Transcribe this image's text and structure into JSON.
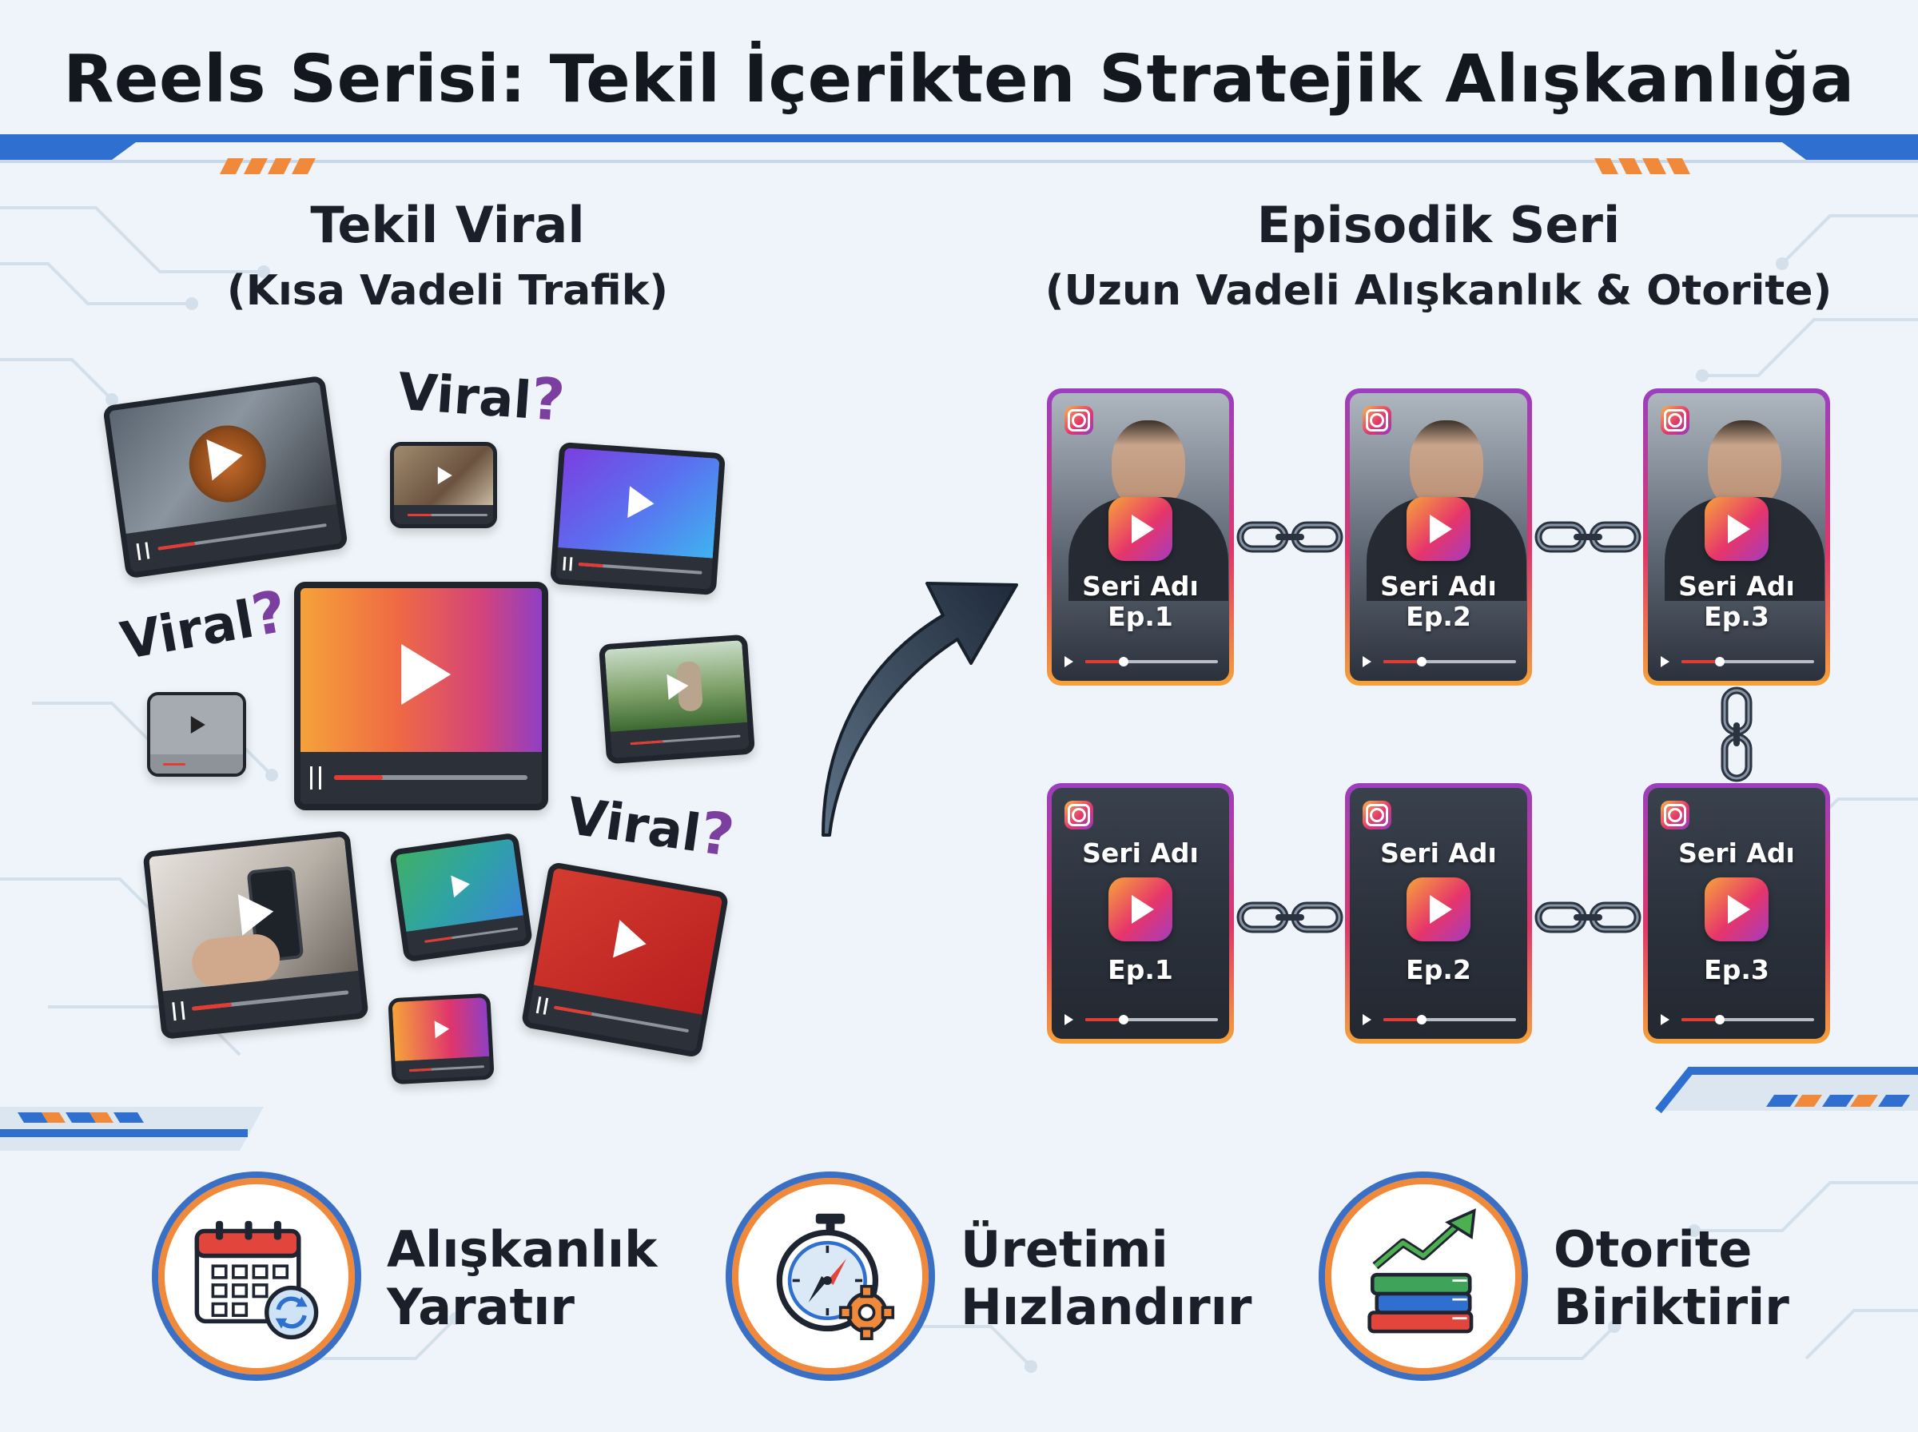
{
  "title": "Reels Serisi: Tekil İçerikten Stratejik Alışkanlığa",
  "left": {
    "heading": "Tekil Viral",
    "subheading": "(Kısa Vadeli Trafik)",
    "viral_labels": [
      {
        "word": "Viral",
        "mark": "?"
      },
      {
        "word": "Viral",
        "mark": "?"
      },
      {
        "word": "Viral",
        "mark": "?"
      }
    ]
  },
  "right": {
    "heading": "Episodik Seri",
    "subheading": "(Uzun Vadeli Alışkanlık & Otorite)",
    "episodes_row1": [
      {
        "name": "Seri Adı",
        "ep": "Ep.1"
      },
      {
        "name": "Seri Adı",
        "ep": "Ep.2"
      },
      {
        "name": "Seri Adı",
        "ep": "Ep.3"
      }
    ],
    "episodes_row2": [
      {
        "name": "Seri Adı",
        "ep": "Ep.1"
      },
      {
        "name": "Seri Adı",
        "ep": "Ep.2"
      },
      {
        "name": "Seri Adı",
        "ep": "Ep.3"
      }
    ]
  },
  "benefits": [
    {
      "line1": "Alışkanlık",
      "line2": "Yaratır",
      "icon": "calendar-refresh-icon"
    },
    {
      "line1": "Üretimi",
      "line2": "Hızlandırır",
      "icon": "stopwatch-gear-icon"
    },
    {
      "line1": "Otorite",
      "line2": "Biriktirir",
      "icon": "books-growth-arrow-icon"
    }
  ],
  "colors": {
    "background": "#eef4f9",
    "accent_blue": "#2f6fd0",
    "accent_orange": "#f08a3a",
    "instagram_purple": "#9b3fc0",
    "instagram_pink": "#e0366a",
    "instagram_orange": "#f5a23a",
    "question_mark": "#7b3fa0"
  }
}
